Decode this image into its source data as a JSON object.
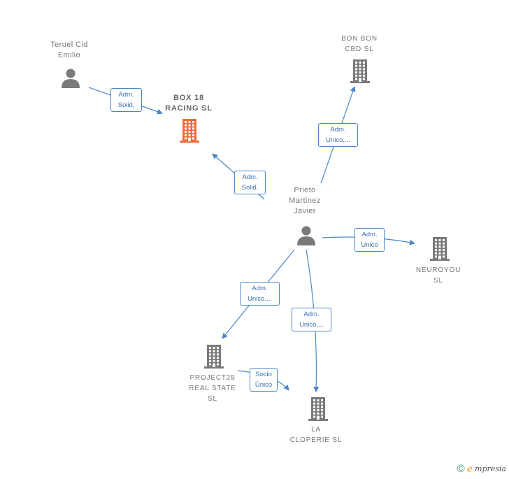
{
  "colors": {
    "edge": "#4a86c8",
    "company_icon": "#7a7a7a",
    "focus_company_icon": "#f26b38",
    "person_icon": "#7a7a7a"
  },
  "nodes": [
    {
      "id": "teruel",
      "type": "person",
      "label": "Teruel Cid\nEmilio"
    },
    {
      "id": "box18",
      "type": "company",
      "focus": true,
      "label": "BOX 18\nRACING  SL"
    },
    {
      "id": "bonbon",
      "type": "company",
      "label": "BON BON\nCBD  SL"
    },
    {
      "id": "prieto",
      "type": "person",
      "label": "Prieto\nMartinez\nJavier"
    },
    {
      "id": "neuroyou",
      "type": "company",
      "label": "NEUROYOU\nSL"
    },
    {
      "id": "project28",
      "type": "company",
      "label": "PROJECT28\nREAL STATE\nSL"
    },
    {
      "id": "cloperie",
      "type": "company",
      "label": "LA\nCLOPERIE  SL"
    }
  ],
  "edges": [
    {
      "from": "teruel",
      "to": "box18",
      "label": "Adm.\nSolid."
    },
    {
      "from": "prieto",
      "to": "box18",
      "label": "Adm.\nSolid."
    },
    {
      "from": "prieto",
      "to": "bonbon",
      "label": "Adm.\nUnico,..."
    },
    {
      "from": "prieto",
      "to": "neuroyou",
      "label": "Adm.\nUnico"
    },
    {
      "from": "prieto",
      "to": "project28",
      "label": "Adm.\nUnico,..."
    },
    {
      "from": "prieto",
      "to": "cloperie",
      "label": "Adm.\nUnico,..."
    },
    {
      "from": "project28",
      "to": "cloperie",
      "label": "Socio\nÚnico"
    }
  ],
  "footer": {
    "copyright_symbol": "©",
    "brand_initial": "e",
    "brand_rest": "mpresia"
  }
}
